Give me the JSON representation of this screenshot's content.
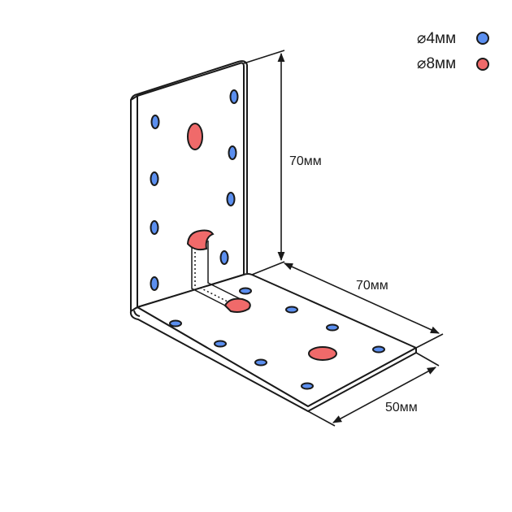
{
  "legend": [
    {
      "label": "⌀4мм",
      "color": "#5b8ff0"
    },
    {
      "label": "⌀8мм",
      "color": "#f06a6a"
    }
  ],
  "dimensions": {
    "height": "70мм",
    "depth": "70мм",
    "width": "50мм"
  },
  "colors": {
    "outline": "#1a1a1a",
    "small_hole": "#5b8ff0",
    "large_hole": "#f06a6a"
  }
}
